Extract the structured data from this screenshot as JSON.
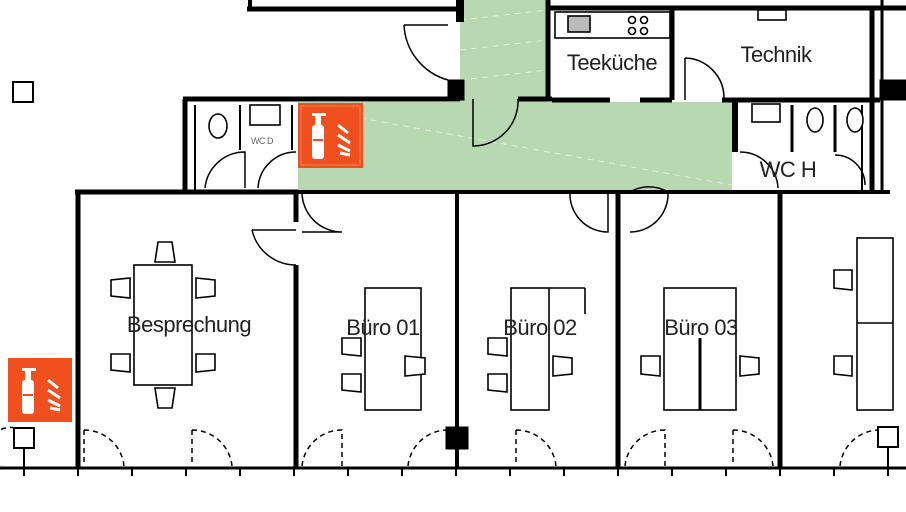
{
  "rooms": {
    "meeting": "Besprechung",
    "office1": "Büro 01",
    "office2": "Büro 02",
    "office3": "Büro 03",
    "kitchen": "Teeküche",
    "technical": "Technik",
    "wc_men": "WC H",
    "wc_women": "WC D"
  },
  "colors": {
    "corridor": "#b7d8b0",
    "fire_sign": "#f0501e",
    "wall": "#000000"
  },
  "icons": [
    "fire-extinguisher-icon",
    "fire-extinguisher-icon"
  ]
}
